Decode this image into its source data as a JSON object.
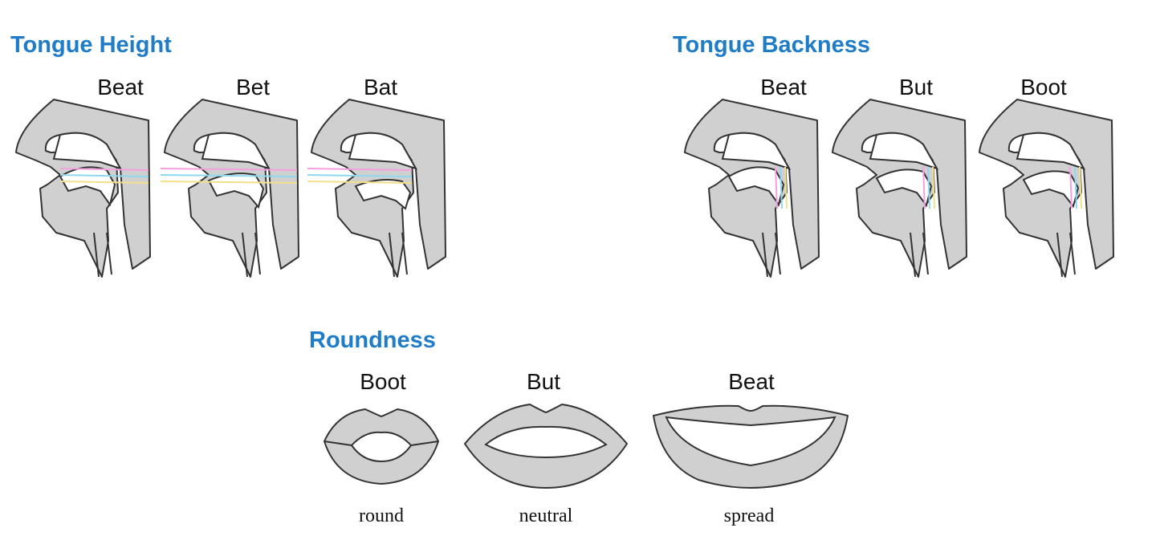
{
  "tongue_height": {
    "title": "Tongue Height",
    "words": [
      "Beat",
      "Bet",
      "Bat"
    ]
  },
  "tongue_backness": {
    "title": "Tongue Backness",
    "words": [
      "Beat",
      "But",
      "Boot"
    ]
  },
  "roundness": {
    "title": "Roundness",
    "words": [
      "Boot",
      "But",
      "Beat"
    ],
    "shapes": [
      "round",
      "neutral",
      "spread"
    ]
  },
  "colors": {
    "title": "#1f7cc9",
    "tissue": "#d0d0d0",
    "guide_pink": "#f6a0e0",
    "guide_cyan": "#8fd8f0",
    "guide_yellow": "#f2e08a"
  },
  "icons": [
    "vocal-tract-cross-section-icon",
    "lips-shape-icon"
  ]
}
